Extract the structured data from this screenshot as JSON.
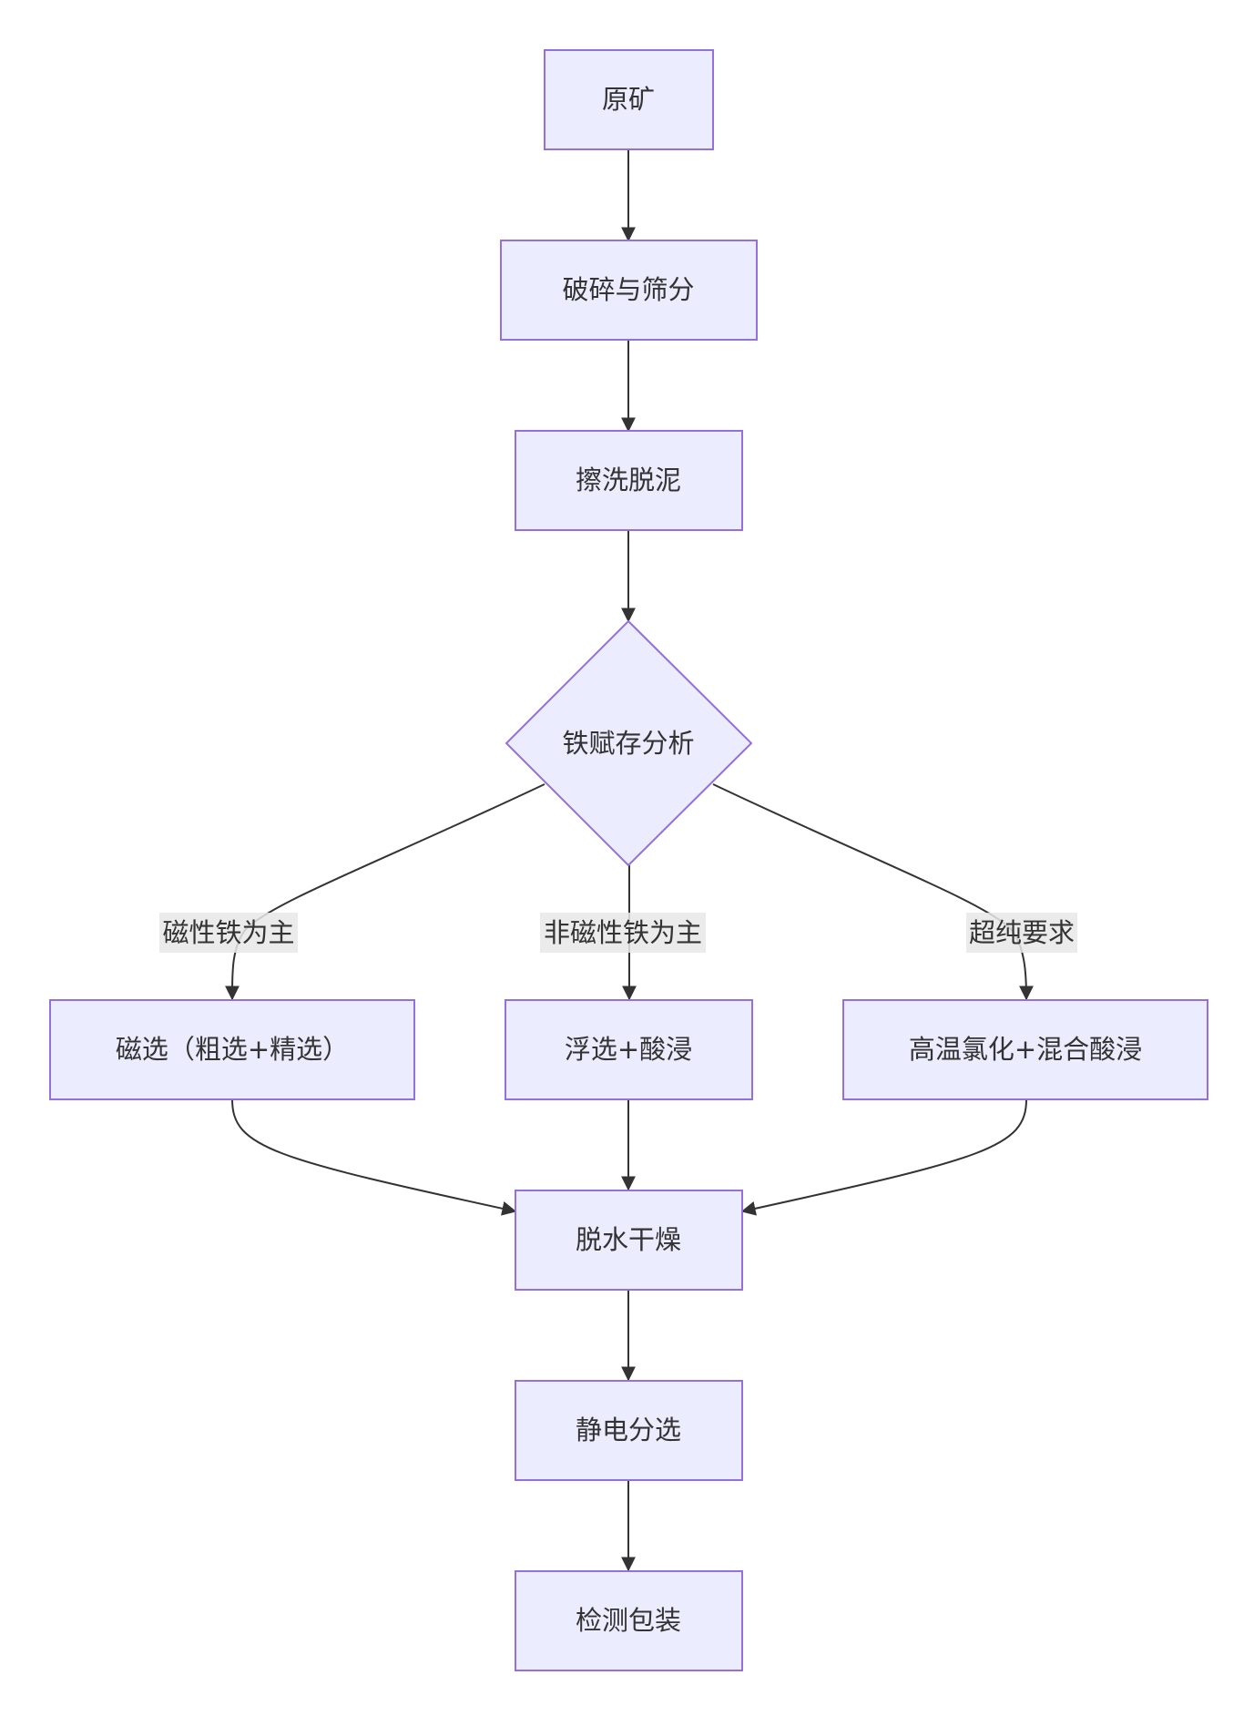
{
  "nodes": {
    "ore": "原矿",
    "crush": "破碎与筛分",
    "scrub": "擦洗脱泥",
    "analysis": "铁赋存分析",
    "magnetic": "磁选（粗选+精选）",
    "flotation": "浮选+酸浸",
    "chlorination": "高温氯化+混合酸浸",
    "dewater": "脱水干燥",
    "electrostatic": "静电分选",
    "package": "检测包装"
  },
  "edge_labels": {
    "magnetic_iron": "磁性铁为主",
    "nonmagnetic_iron": "非磁性铁为主",
    "ultrapure": "超纯要求"
  },
  "colors": {
    "node_fill": "#ECECFF",
    "node_stroke": "#9370DB",
    "edge": "#333333",
    "label_bg": "#E8E8E8",
    "text": "#333333"
  }
}
